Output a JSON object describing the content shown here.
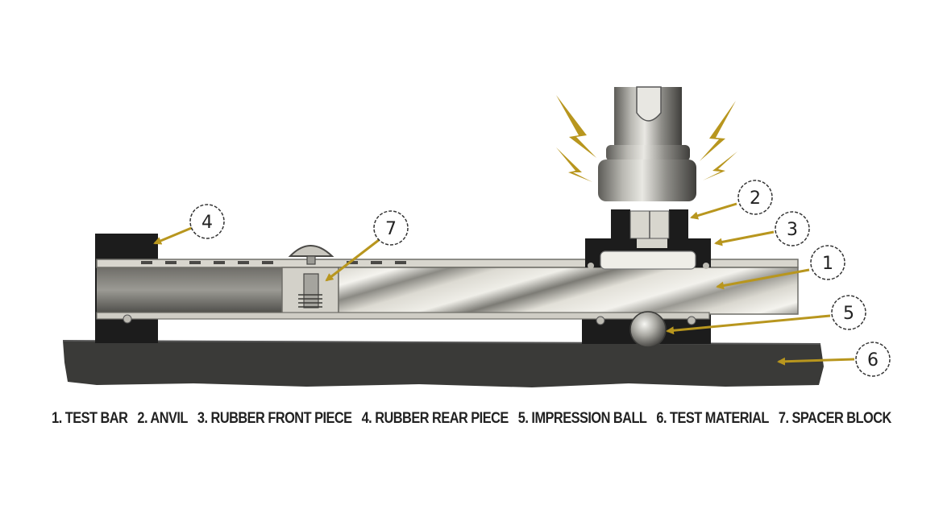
{
  "callouts": [
    {
      "num": "1",
      "label": "TEST BAR"
    },
    {
      "num": "2",
      "label": "ANVIL"
    },
    {
      "num": "3",
      "label": "RUBBER FRONT PIECE"
    },
    {
      "num": "4",
      "label": "RUBBER REAR PIECE"
    },
    {
      "num": "5",
      "label": "IMPRESSION BALL"
    },
    {
      "num": "6",
      "label": "TEST MATERIAL"
    },
    {
      "num": "7",
      "label": "SPACER BLOCK"
    }
  ],
  "caption": {
    "item1": "1. TEST BAR",
    "item2": "2. ANVIL",
    "item3": "3. RUBBER FRONT PIECE",
    "item4": "4. RUBBER REAR PIECE",
    "item5": "5. IMPRESSION BALL",
    "item6": "6. TEST MATERIAL",
    "item7": "7. SPACER BLOCK"
  },
  "colors": {
    "arrow": "#b8961e",
    "rubber": "#1c1c1c",
    "ground": "#3a3a38",
    "steel_light": "#e4e2da",
    "steel_dark": "#6d6c66"
  }
}
